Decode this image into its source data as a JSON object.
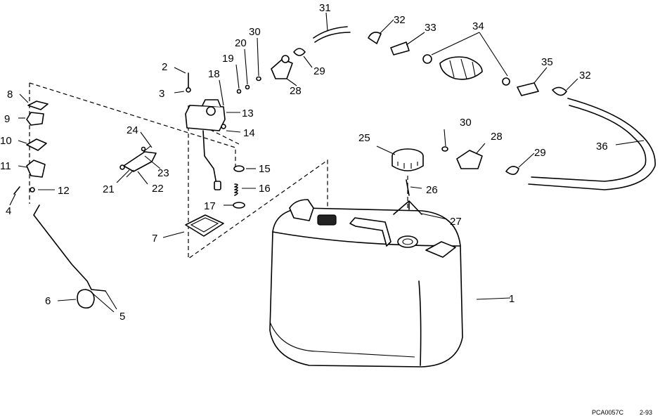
{
  "callouts": [
    {
      "id": "c1",
      "label": "1"
    },
    {
      "id": "c2",
      "label": "2"
    },
    {
      "id": "c3",
      "label": "3"
    },
    {
      "id": "c4",
      "label": "4"
    },
    {
      "id": "c5",
      "label": "5"
    },
    {
      "id": "c6",
      "label": "6"
    },
    {
      "id": "c7",
      "label": "7"
    },
    {
      "id": "c8",
      "label": "8"
    },
    {
      "id": "c9",
      "label": "9"
    },
    {
      "id": "c10",
      "label": "10"
    },
    {
      "id": "c11",
      "label": "11"
    },
    {
      "id": "c12",
      "label": "12"
    },
    {
      "id": "c13",
      "label": "13"
    },
    {
      "id": "c14",
      "label": "14"
    },
    {
      "id": "c15",
      "label": "15"
    },
    {
      "id": "c16",
      "label": "16"
    },
    {
      "id": "c17",
      "label": "17"
    },
    {
      "id": "c18",
      "label": "18"
    },
    {
      "id": "c19",
      "label": "19"
    },
    {
      "id": "c20",
      "label": "20"
    },
    {
      "id": "c21",
      "label": "21"
    },
    {
      "id": "c22",
      "label": "22"
    },
    {
      "id": "c23",
      "label": "23"
    },
    {
      "id": "c24",
      "label": "24"
    },
    {
      "id": "c25",
      "label": "25"
    },
    {
      "id": "c26",
      "label": "26"
    },
    {
      "id": "c27",
      "label": "27"
    },
    {
      "id": "c28a",
      "label": "28"
    },
    {
      "id": "c28b",
      "label": "28"
    },
    {
      "id": "c29a",
      "label": "29"
    },
    {
      "id": "c29b",
      "label": "29"
    },
    {
      "id": "c30a",
      "label": "30"
    },
    {
      "id": "c30b",
      "label": "30"
    },
    {
      "id": "c31",
      "label": "31"
    },
    {
      "id": "c32a",
      "label": "32"
    },
    {
      "id": "c32b",
      "label": "32"
    },
    {
      "id": "c33",
      "label": "33"
    },
    {
      "id": "c34",
      "label": "34"
    },
    {
      "id": "c35",
      "label": "35"
    },
    {
      "id": "c36",
      "label": "36"
    }
  ],
  "footer": {
    "drawing_code": "PCA0057C",
    "revision_date": "2-93"
  }
}
